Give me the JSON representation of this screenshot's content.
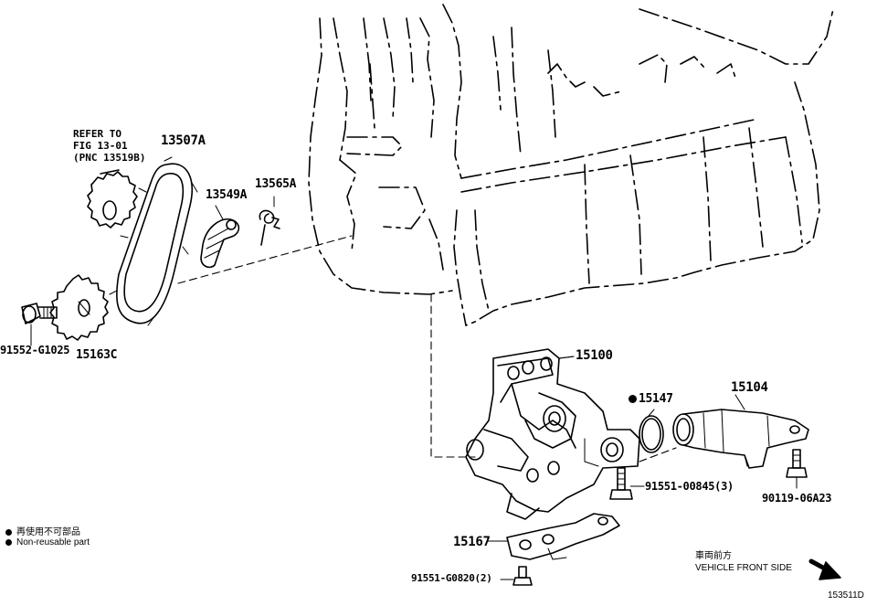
{
  "labels": {
    "refer_note": "REFER TO\nFIG 13-01\n(PNC 13519B)",
    "p13507A": "13507A",
    "p13549A": "13549A",
    "p13565A": "13565A",
    "p15163C": "15163C",
    "p91552_G1025": "91552-G1025",
    "p15100": "15100",
    "p15147": "15147",
    "p15104": "15104",
    "p91551_00845": "91551-00845(3)",
    "p90119_06A23": "90119-06A23",
    "p15167": "15167",
    "p91551_G0820": "91551-G0820(2)"
  },
  "legend": {
    "jp": "再使用不可部品",
    "en": "Non-reusable part"
  },
  "direction": {
    "jp": "車両前方",
    "en": "VEHICLE FRONT SIDE"
  },
  "figure_id": "153511D",
  "colors": {
    "ink": "#000000",
    "paper": "#ffffff"
  }
}
